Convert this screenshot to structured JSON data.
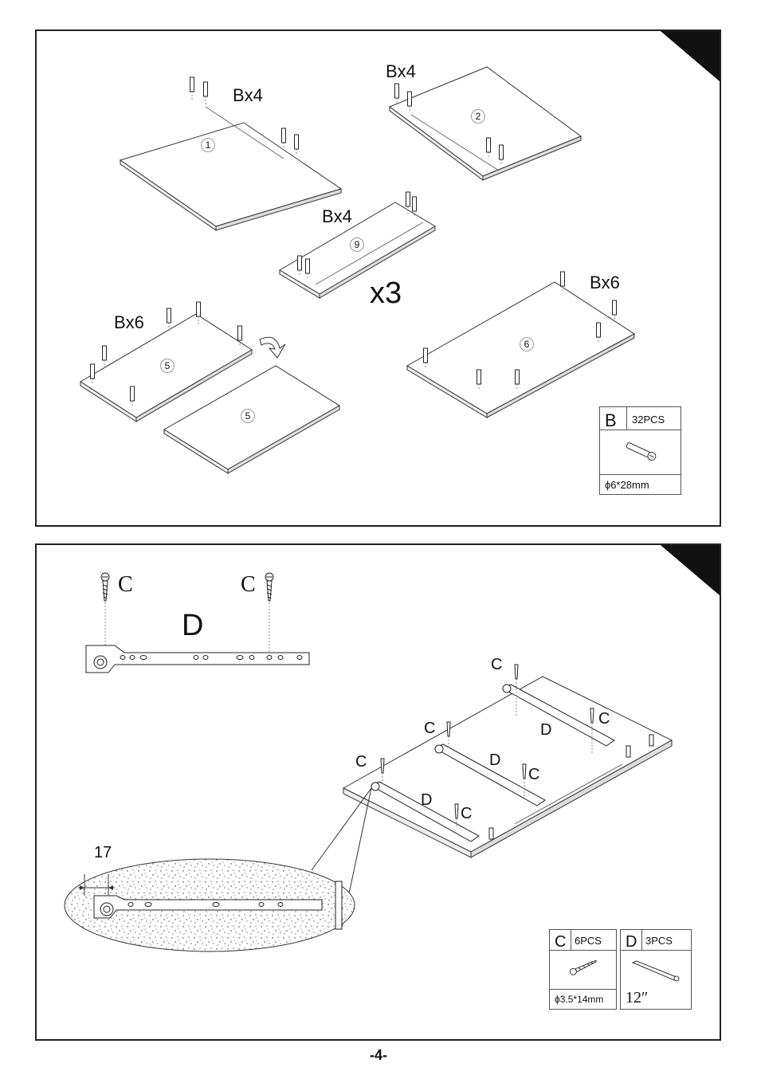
{
  "panel1": {
    "labels": {
      "b_panel1": "Bx4",
      "b_panel2": "Bx4",
      "b_panel9": "Bx4",
      "b_panel5": "Bx6",
      "b_panel6": "Bx6",
      "multiplier": "x3"
    },
    "part_numbers": {
      "p1": "1",
      "p2": "2",
      "p9": "9",
      "p5a": "5",
      "p5b": "5",
      "p6": "6"
    },
    "legend": {
      "code": "B",
      "quantity": "32PCS",
      "spec": "ϕ6*28mm"
    }
  },
  "panel2": {
    "labels": {
      "screw_c_left": "C",
      "screw_c_right": "C",
      "rail_d": "D",
      "c1": "C",
      "c2": "C",
      "c3": "C",
      "c4": "C",
      "c5": "C",
      "c6": "C",
      "d1": "D",
      "d2": "D",
      "d3": "D",
      "dimension": "17"
    },
    "legend_c": {
      "code": "C",
      "quantity": "6PCS",
      "spec": "ϕ3.5*14mm"
    },
    "legend_d": {
      "code": "D",
      "quantity": "3PCS",
      "spec": "12″"
    }
  },
  "page_number": "-4-"
}
